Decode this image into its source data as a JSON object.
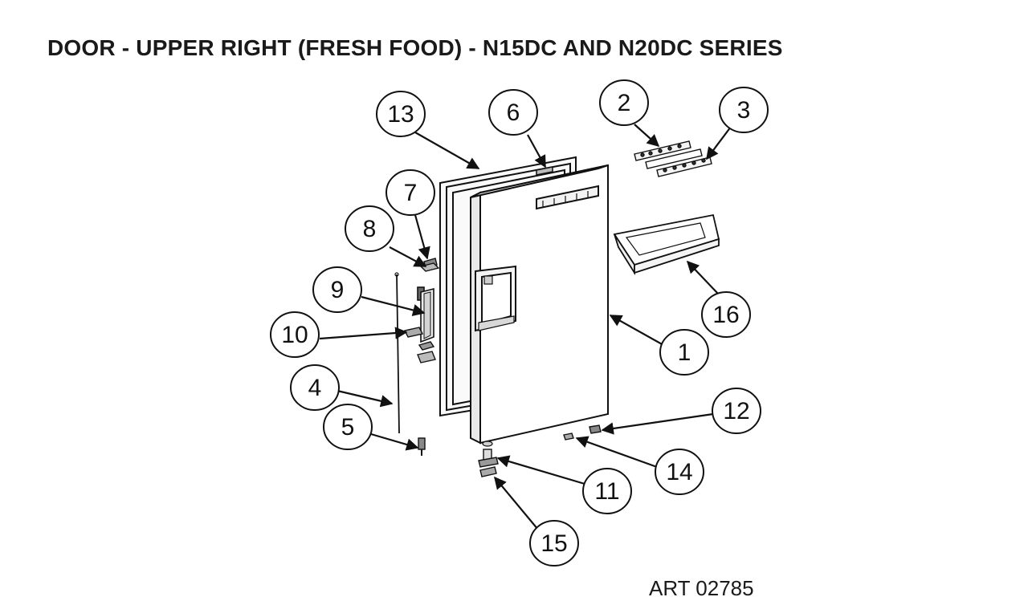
{
  "title": "DOOR - UPPER RIGHT (FRESH FOOD) - N15DC AND N20DC SERIES",
  "art_number": "ART 02785",
  "callouts": [
    {
      "id": "c1",
      "label": "1"
    },
    {
      "id": "c2",
      "label": "2"
    },
    {
      "id": "c3",
      "label": "3"
    },
    {
      "id": "c4",
      "label": "4"
    },
    {
      "id": "c5",
      "label": "5"
    },
    {
      "id": "c6",
      "label": "6"
    },
    {
      "id": "c7",
      "label": "7"
    },
    {
      "id": "c8",
      "label": "8"
    },
    {
      "id": "c9",
      "label": "9"
    },
    {
      "id": "c10",
      "label": "10"
    },
    {
      "id": "c11",
      "label": "11"
    },
    {
      "id": "c12",
      "label": "12"
    },
    {
      "id": "c13",
      "label": "13"
    },
    {
      "id": "c14",
      "label": "14"
    },
    {
      "id": "c15",
      "label": "15"
    },
    {
      "id": "c16",
      "label": "16"
    }
  ]
}
